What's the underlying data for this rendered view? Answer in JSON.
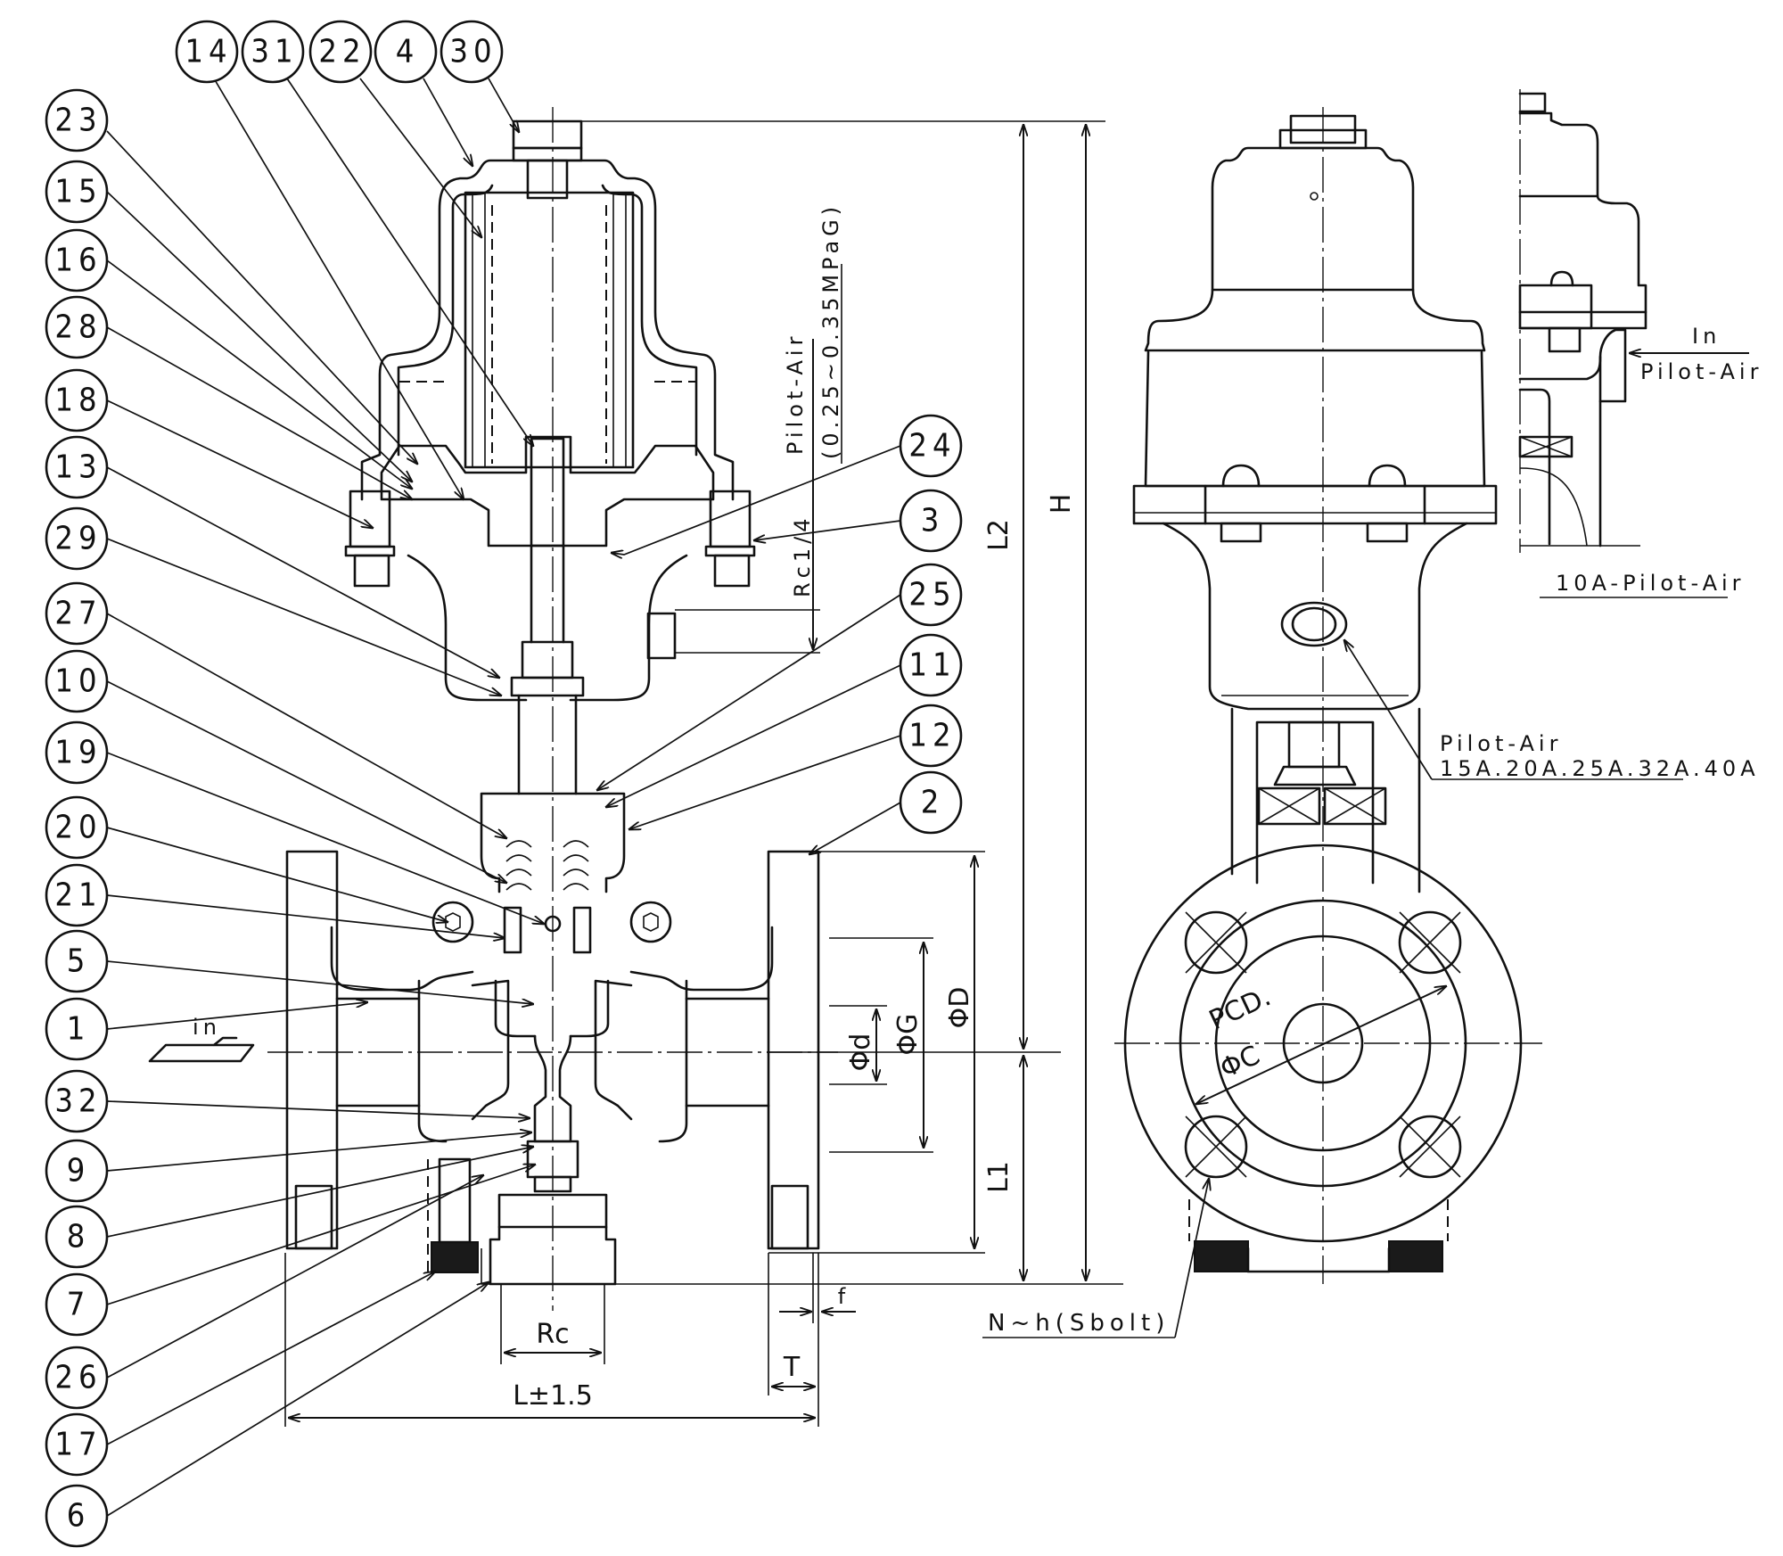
{
  "drawing": {
    "title": "Pilot-air operated valve sectional drawing",
    "top_balloons": [
      "14",
      "31",
      "22",
      "4",
      "30"
    ],
    "left_balloons": [
      "23",
      "15",
      "16",
      "28",
      "18",
      "13",
      "29",
      "27",
      "10",
      "19",
      "20",
      "21",
      "5",
      "1",
      "32",
      "9",
      "8",
      "7",
      "26",
      "17",
      "6"
    ],
    "right_balloons": [
      "24",
      "3",
      "25",
      "11",
      "12",
      "2"
    ],
    "pilot_air_note": {
      "line1": "Pilot-Air",
      "line2": "(0.25~0.35MPaG)"
    },
    "port_size_label": "Rc1/4",
    "inlet_label": "in",
    "dimensions": {
      "overall_height": "H",
      "upper_height": "L2",
      "lower_height": "L1",
      "flange_dia": "ΦD",
      "raised_face_dia": "ΦG",
      "bore_dia": "Φd",
      "drain_thread": "Rc",
      "face_to_face": "L±1.5",
      "flange_thickness": "T",
      "raised_face_height": "f",
      "pcd_line1": "PCD.",
      "pcd_line2": "ΦC",
      "bolt_holes": "N~h(Sbolt)"
    },
    "side_detail": {
      "in_label": "In",
      "pilot_label": "Pilot-Air",
      "caption": "10A-Pilot-Air"
    },
    "front_view_note": {
      "line1": "Pilot-Air",
      "line2": "15A.20A.25A.32A.40A"
    }
  }
}
